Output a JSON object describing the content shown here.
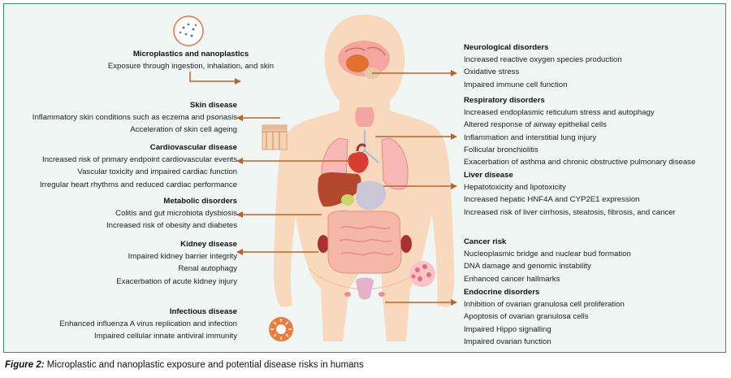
{
  "exposure": {
    "title": "Microplastics and nanoplastics",
    "lines": [
      "Exposure through ingestion, inhalation, and skin"
    ]
  },
  "left": [
    {
      "title": "Skin disease",
      "lines": [
        "Inflammatory skin conditions such as eczema and psoriasis",
        "Acceleration of skin cell ageing"
      ]
    },
    {
      "title": "Cardiovascular disease",
      "lines": [
        "Increased risk of primary endpoint cardiovascular events",
        "Vascular toxicity and impaired cardiac function",
        "Irregular heart rhythms and reduced cardiac performance"
      ]
    },
    {
      "title": "Metabolic disorders",
      "lines": [
        "Colitis and gut microbiota dysbiosis",
        "Increased risk of obesity and diabetes"
      ]
    },
    {
      "title": "Kidney disease",
      "lines": [
        "Impaired kidney barrier integrity",
        "Renal autophagy",
        "Exacerbation of acute kidney injury"
      ]
    },
    {
      "title": "Infectious disease",
      "lines": [
        "Enhanced influenza A virus replication and infection",
        "Impaired cellular innate antiviral immunity"
      ]
    }
  ],
  "right": [
    {
      "title": "Neurological disorders",
      "lines": [
        "Increased reactive oxygen species production",
        "Oxidative stress",
        "Impaired immune cell function"
      ]
    },
    {
      "title": "Respiratory disorders",
      "lines": [
        "Increased endoplasmic reticulum stress and autophagy",
        "Altered response of airway epithelial cells",
        "Inflammation and interstitial lung injury",
        "Follicular bronchiolitis",
        "Exacerbation of asthma and chronic obstructive pulmonary disease"
      ]
    },
    {
      "title": "Liver disease",
      "lines": [
        "Hepatotoxicity and lipotoxicity",
        "Increased hepatic HNF4A and CYP2E1 expression",
        "Increased risk of liver cirrhosis, steatosis, fibrosis, and cancer"
      ]
    },
    {
      "title": "Cancer risk",
      "lines": [
        "Nucleoplasmic bridge and nuclear bud formation",
        "DNA damage and genomic instability",
        "Enhanced cancer hallmarks"
      ]
    },
    {
      "title": "Endocrine disorders",
      "lines": [
        "Inhibition of ovarian granulosa cell proliferation",
        "Apoptosis of ovarian granulosa cells",
        "Impaired Hippo signalling",
        "Impaired ovarian function"
      ]
    }
  ],
  "caption": {
    "label": "Figure 2:",
    "text": " Microplastic and nanoplastic exposure and potential disease risks in humans"
  },
  "colors": {
    "border": "#3c8f73",
    "background": "#eff6f3",
    "arrow": "#c0622b",
    "skin": "#f8d9be",
    "icon": "#e9713f"
  }
}
